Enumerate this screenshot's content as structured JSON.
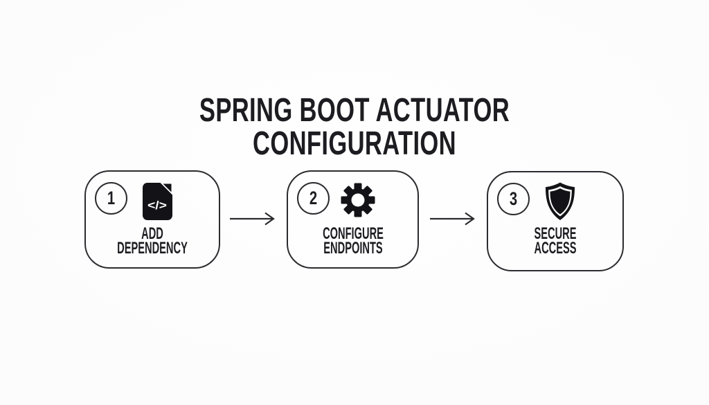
{
  "title": "SPRING BOOT ACTUATOR CONFIGURATION",
  "colors": {
    "background": "#fcfcfc",
    "ink": "#1c1c21",
    "line": "#2b2b2f",
    "icon_fill": "#131317",
    "icon_inverse": "#ffffff"
  },
  "steps": [
    {
      "number": "1",
      "label": "ADD DEPENDENCY",
      "icon": "code-file-icon",
      "icon_glyph": "</>"
    },
    {
      "number": "2",
      "label": "CONFIGURE\nENDPOINTS",
      "icon": "gear-icon"
    },
    {
      "number": "3",
      "label": "SECURE ACCESS",
      "icon": "shield-icon"
    }
  ],
  "connectors": [
    {
      "icon": "arrow-right-icon"
    },
    {
      "icon": "arrow-right-icon"
    }
  ]
}
